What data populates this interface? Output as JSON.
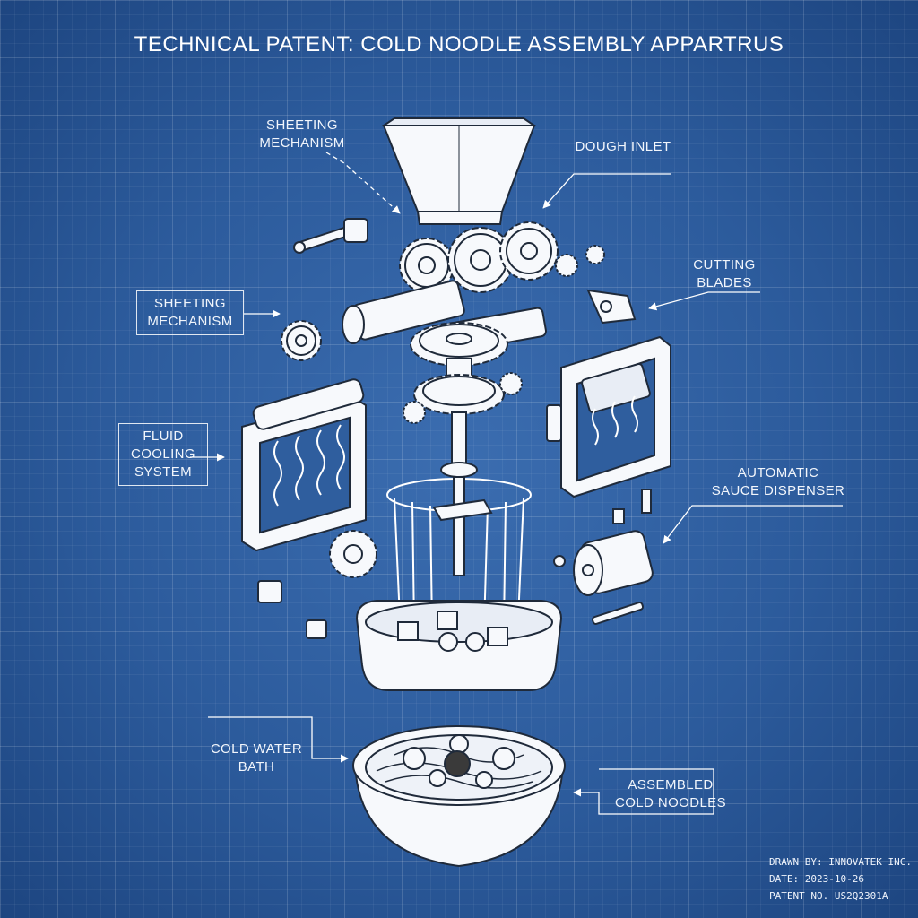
{
  "title": "TECHNICAL PATENT: COLD NOODLE ASSEMBLY APPARTRUS",
  "labels": {
    "sheeting_top": [
      "SHEETING",
      "MECHANISM"
    ],
    "dough_inlet": "DOUGH INLET",
    "cutting_blades": [
      "CUTTING",
      "BLADES"
    ],
    "sheeting_left": [
      "SHEETING",
      "MECHANISM"
    ],
    "fluid_cooling": [
      "FLUID",
      "COOLING",
      "SYSTEM"
    ],
    "sauce_dispenser": [
      "AUTOMATIC",
      "SAUCE DISPENSER"
    ],
    "cold_water_bath": [
      "COLD WATER",
      "BATH"
    ],
    "assembled_noodles": [
      "ASSEMBLED",
      "COLD NOODLES"
    ]
  },
  "footer": {
    "drawn_by": "DRAWN BY: INNOVATEK INC.",
    "date": "DATE:   2023-10-26",
    "patent_no": "PATENT NO. US2Q2301A"
  },
  "colors": {
    "background": "#2c5b9c",
    "line": "#ffffff",
    "part_fill": "#f7f9fc",
    "part_stroke": "#1f2a3a"
  }
}
